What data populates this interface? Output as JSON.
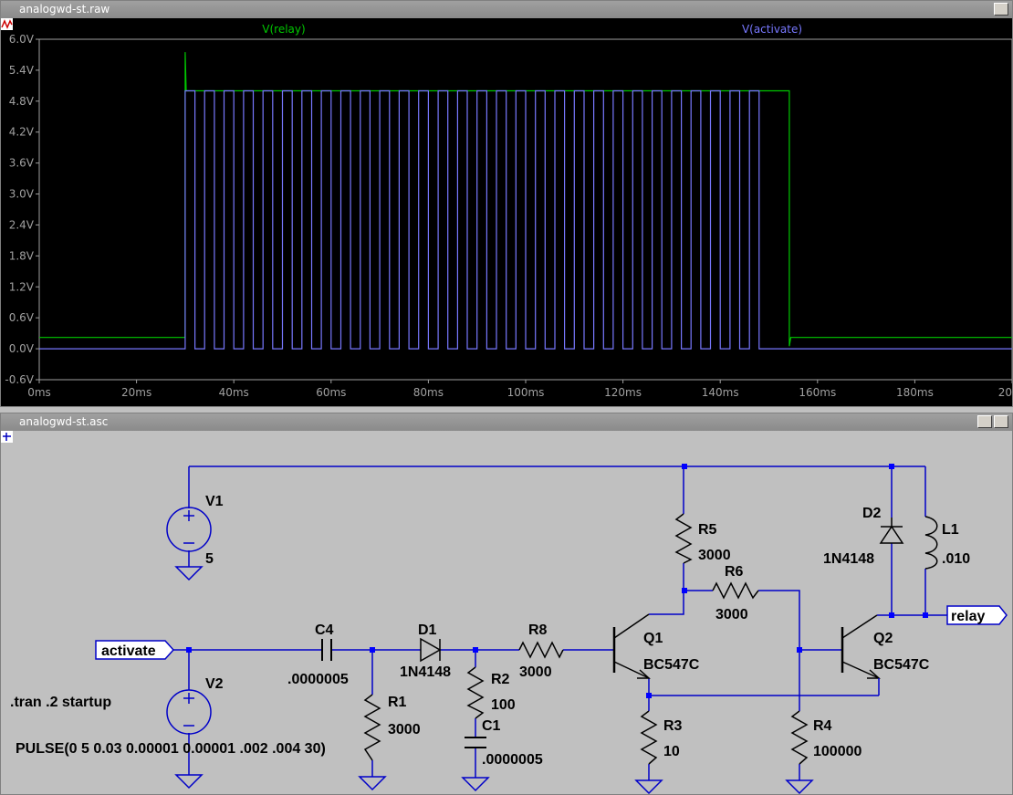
{
  "waveform_window": {
    "title": "analogwd-st.raw",
    "traces": [
      {
        "name": "V(relay)",
        "color": "#00c800"
      },
      {
        "name": "V(activate)",
        "color": "#7878ff"
      }
    ]
  },
  "chart_data": {
    "type": "line",
    "xlabel": "",
    "ylabel": "",
    "x_ticks": [
      "0ms",
      "20ms",
      "40ms",
      "60ms",
      "80ms",
      "100ms",
      "120ms",
      "140ms",
      "160ms",
      "180ms",
      "20"
    ],
    "y_ticks": [
      "6.0V",
      "5.4V",
      "4.8V",
      "4.2V",
      "3.6V",
      "3.0V",
      "2.4V",
      "1.8V",
      "1.2V",
      "0.6V",
      "0.0V",
      "-0.6V"
    ],
    "xlim": [
      0,
      200
    ],
    "ylim": [
      -0.6,
      6.0
    ],
    "x_unit": "ms",
    "y_unit": "V",
    "series": [
      {
        "name": "V(relay)",
        "color": "#00c800",
        "points": [
          [
            0,
            0.22
          ],
          [
            30,
            0.22
          ],
          [
            30,
            5.75
          ],
          [
            30.2,
            5.0
          ],
          [
            154.2,
            5.0
          ],
          [
            154.2,
            0.05
          ],
          [
            154.5,
            0.22
          ],
          [
            200,
            0.22
          ]
        ]
      },
      {
        "name": "V(activate)",
        "color": "#7878ff",
        "pulse": {
          "v_low": 0,
          "v_high": 5,
          "delay_ms": 30,
          "on_ms": 2,
          "period_ms": 4,
          "cycles": 30
        }
      }
    ]
  },
  "schematic_window": {
    "title": "analogwd-st.asc",
    "labels": {
      "v1_name": "V1",
      "v1_value": "5",
      "v2_name": "V2",
      "c4_name": "C4",
      "c4_value": ".0000005",
      "d1_name": "D1",
      "d1_value": "1N4148",
      "r8_name": "R8",
      "r8_value": "3000",
      "q1_name": "Q1",
      "q1_value": "BC547C",
      "r5_name": "R5",
      "r5_value": "3000",
      "r6_name": "R6",
      "r6_value": "3000",
      "d2_name": "D2",
      "d2_value": "1N4148",
      "l1_name": "L1",
      "l1_value": ".010",
      "q2_name": "Q2",
      "q2_value": "BC547C",
      "r1_name": "R1",
      "r1_value": "3000",
      "r2_name": "R2",
      "r2_value": "100",
      "c1_name": "C1",
      "c1_value": ".0000005",
      "r3_name": "R3",
      "r3_value": "10",
      "r4_name": "R4",
      "r4_value": "100000",
      "activate_label": "activate",
      "relay_label": "relay",
      "tran_directive": ".tran .2 startup",
      "pulse_directive": "PULSE(0 5 0.03 0.00001 0.00001 .002 .004 30)"
    }
  }
}
